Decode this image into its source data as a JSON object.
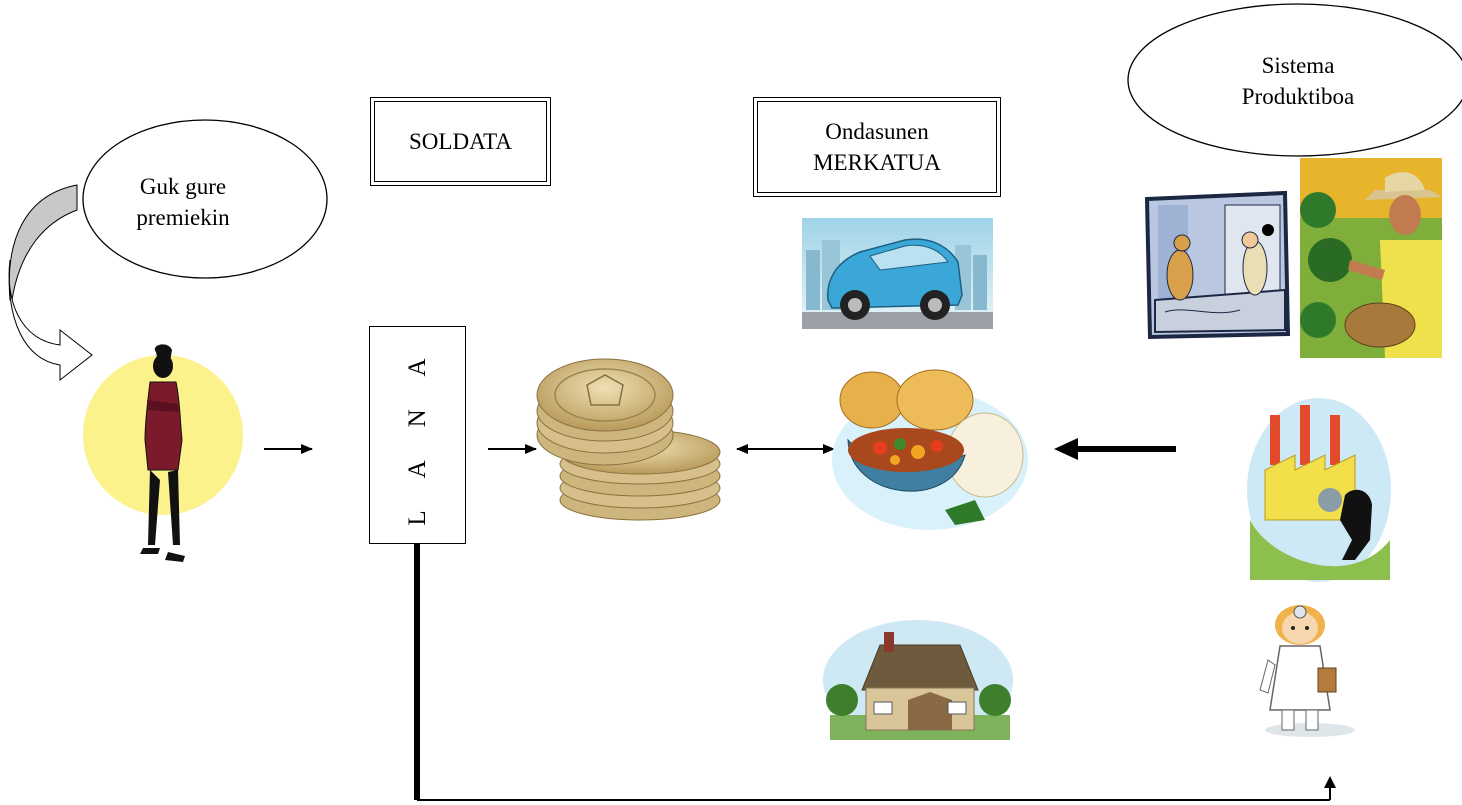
{
  "labels": {
    "speech": "Guk gure premiekin",
    "soldata": "SOLDATA",
    "market": "Ondasunen MERKATUA",
    "production": "Sistema Produktiboa",
    "lana": "L A N A"
  },
  "icons": {
    "woman": "businesswoman-icon",
    "coins": "coins-icon",
    "car": "car-icon",
    "food": "food-plate-icon",
    "house": "house-icon",
    "factory": "factory-icon",
    "fishers": "fish-workers-icon",
    "farmer": "farmer-icon",
    "nurse": "nurse-icon"
  },
  "colors": {
    "sun": "#fbf28c",
    "dress": "#7b1a2a",
    "coin": "#d6bf8a",
    "car": "#3aa7d8",
    "arrow_fill": "#c8c8c8"
  }
}
